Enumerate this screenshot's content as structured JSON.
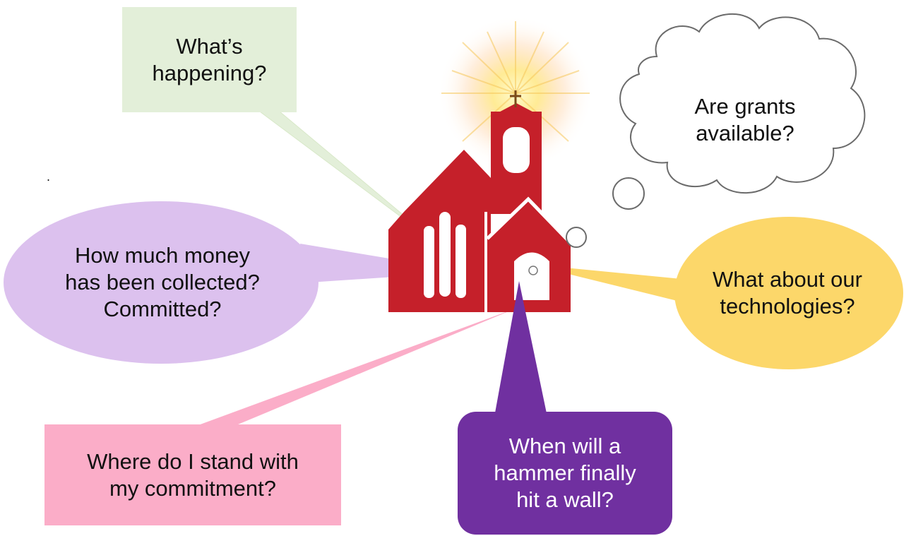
{
  "stray_mark": ".",
  "bubbles": {
    "happening": {
      "text": "What’s\nhappening?",
      "fill": "#e3efd9",
      "shape": "rectangle"
    },
    "grants": {
      "text": "Are grants\navailable?",
      "fill": "#ffffff",
      "shape": "cloud"
    },
    "money": {
      "text": "How much money\nhas been collected?\nCommitted?",
      "fill": "#dcc1ee",
      "shape": "oval"
    },
    "technologies": {
      "text": "What about our\ntechnologies?",
      "fill": "#fcd76a",
      "shape": "oval"
    },
    "commitment": {
      "text": "Where do I stand with\nmy commitment?",
      "fill": "#fbadc8",
      "shape": "rectangle"
    },
    "hammer": {
      "text": "When will a\nhammer finally\nhit a wall?",
      "fill": "#7030a0",
      "text_color": "#ffffff",
      "shape": "rounded-rectangle"
    }
  },
  "church": {
    "color": "#c5202a",
    "glow": "#ffd54a"
  }
}
